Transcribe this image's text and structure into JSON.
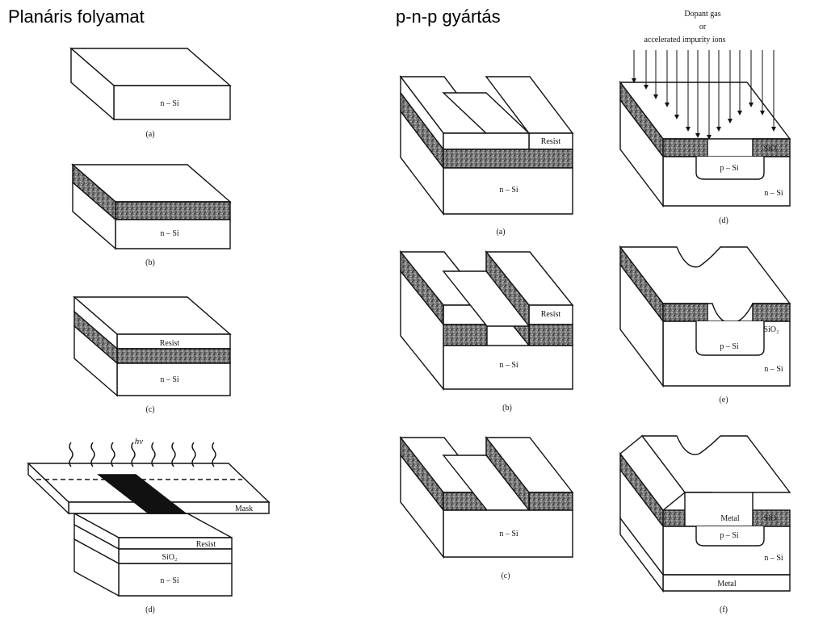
{
  "titles": {
    "left": "Planáris folyamat",
    "right": "p-n-p gyártás"
  },
  "planar": {
    "a": {
      "caption": "(a)",
      "layers": [
        "n – Si"
      ]
    },
    "b": {
      "caption": "(b)",
      "layers": [
        "n – Si"
      ]
    },
    "c": {
      "caption": "(c)",
      "layers": [
        "Resist",
        "n – Si"
      ]
    },
    "d": {
      "caption": "(d)",
      "layers": [
        "Resist",
        "SiO₂",
        "n – Si"
      ],
      "radiation": "hv",
      "mask": "Mask"
    }
  },
  "pnp": {
    "a": {
      "caption": "(a)",
      "layers": [
        "Resist",
        "n – Si"
      ]
    },
    "b": {
      "caption": "(b)",
      "layers": [
        "Resist",
        "n – Si"
      ]
    },
    "c": {
      "caption": "(c)",
      "layers": [
        "n – Si"
      ]
    },
    "d": {
      "caption": "(d)",
      "gas_line1": "Dopant gas",
      "gas_line2": "or",
      "gas_line3": "accelerated impurity ions",
      "oxide": "SiO₂",
      "well": "p – Si",
      "substrate": "n – Si"
    },
    "e": {
      "caption": "(e)",
      "oxide": "SiO₂",
      "well": "p – Si",
      "substrate": "n – Si"
    },
    "f": {
      "caption": "(f)",
      "metal_top": "Metal",
      "oxide": "SiO₂",
      "well": "p – Si",
      "substrate": "n – Si",
      "metal_bottom": "Metal"
    }
  },
  "colors": {
    "oxide_fill": "#5a5a5a",
    "dark_fill": "#111111",
    "line": "#111111",
    "background": "#ffffff"
  }
}
